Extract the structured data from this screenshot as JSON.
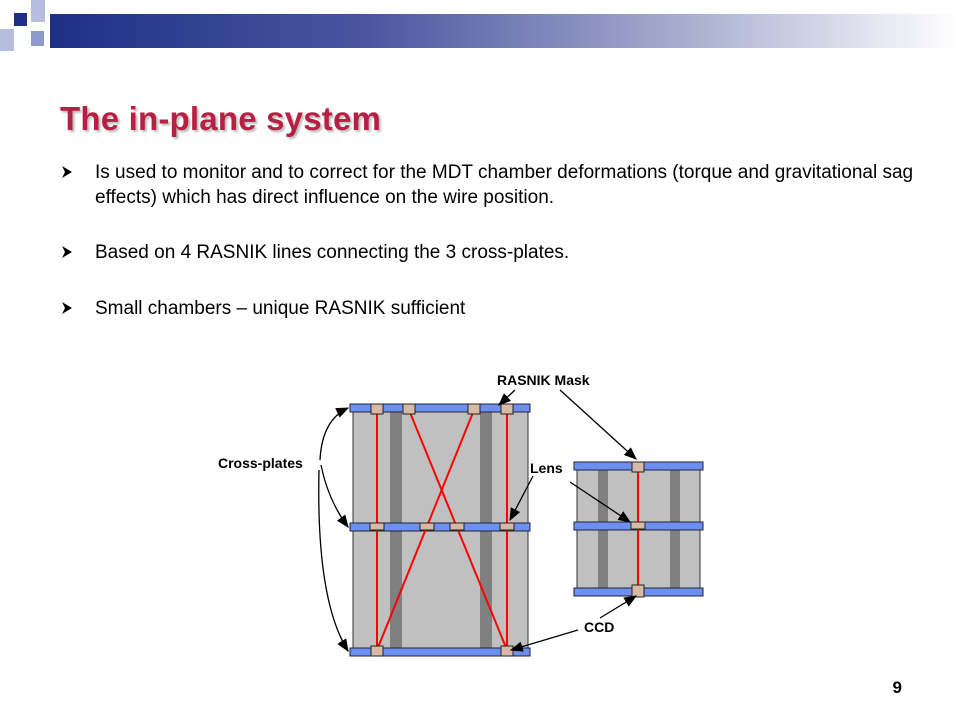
{
  "slide": {
    "title": "The in-plane system",
    "page_number": "9",
    "bullets": [
      {
        "text": "Is used to monitor and to correct for the MDT chamber deformations (torque and gravitational sag effects) which has direct influence on the wire position."
      },
      {
        "text": "Based on 4 RASNIK lines connecting the 3 cross-plates."
      },
      {
        "text": "Small chambers – unique RASNIK sufficient"
      }
    ],
    "bullet_icon": "arrow-bullet-icon"
  },
  "diagram": {
    "labels": {
      "rasnik_mask": "RASNIK Mask",
      "cross_plates": "Cross-plates",
      "lens": "Lens",
      "ccd": "CCD"
    }
  },
  "colors": {
    "title": "#b81f43",
    "header_dark": "#1f2f86",
    "cross_plate": "#6d8ff0",
    "chamber": "#c0c0c0",
    "rasnik_line": "#ff0000"
  }
}
